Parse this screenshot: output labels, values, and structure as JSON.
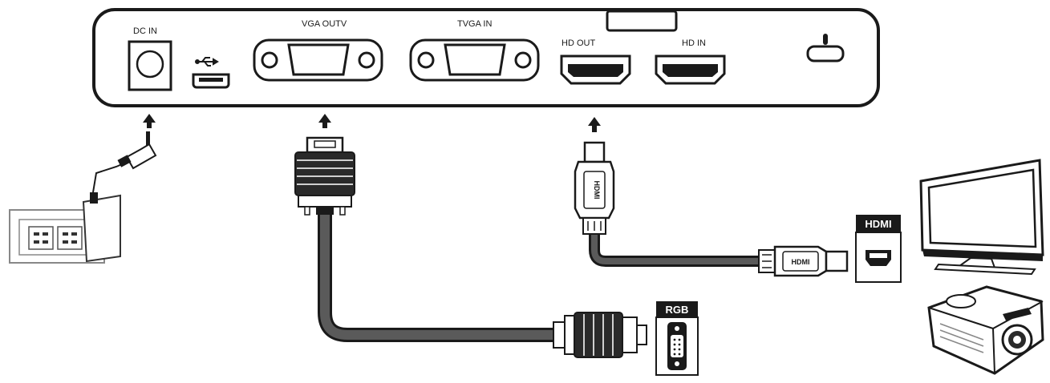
{
  "panel": {
    "ports": {
      "dc_in": "DC IN",
      "vga_out": "VGA OUTV",
      "vga_in": "TVGA IN",
      "hd_out": "HD OUT",
      "hd_in": "HD IN"
    }
  },
  "connectors": {
    "hdmi_label": "HDMI",
    "rgb_label": "RGB",
    "hdmi_plug_text": "HDMI"
  },
  "devices": {
    "display_targets": [
      "tv",
      "projector"
    ],
    "power_source": "wall-outlet"
  },
  "colors": {
    "line": "#1a1a1a",
    "cable": "#4a4a4a",
    "panel_fill": "#ffffff",
    "badge": "#1a1a1a"
  }
}
